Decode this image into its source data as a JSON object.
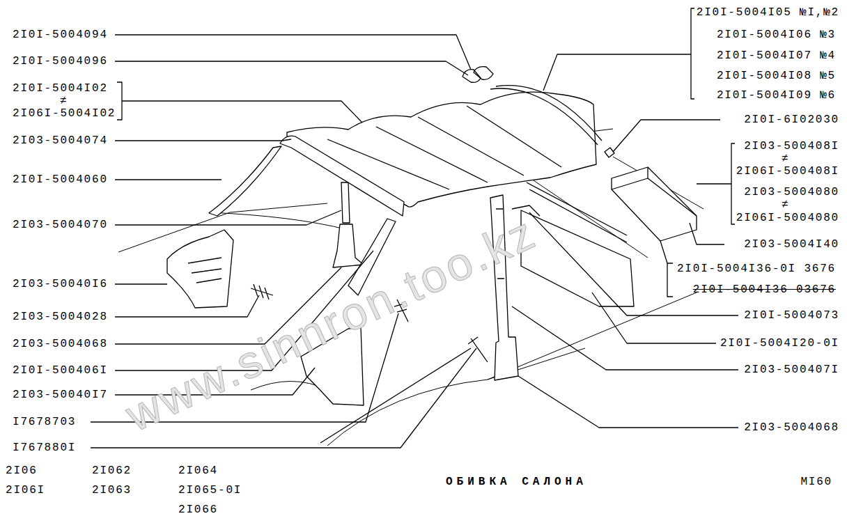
{
  "diagram": {
    "title": "ОБИВКА САЛОНА",
    "labels": [
      "2I0I-5004094",
      "2I0I-5004096",
      "2I0I-5004I02",
      "≠",
      "2I06I-5004I02",
      "2I03-5004074",
      "2I0I-5004060",
      "2I03-5004070",
      "2I03-50040I6",
      "2I03-5004028",
      "2I03-5004068",
      "2I0I-500406I",
      "2I03-50040I7",
      "I7678703",
      "I767880I",
      "2I0I-5004I05 №I,№2",
      "2I0I-5004I06 №3",
      "2I0I-5004I07 №4",
      "2I0I-5004I08 №5",
      "2I0I-5004I09 №6",
      "2I0I-6I02030",
      "2I03-500408I",
      "≠",
      "2I06I-500408I",
      "2I03-5004080",
      "≠",
      "2I06I-5004080",
      "2I03-5004I40",
      "2I0I-5004I36-0I 3676",
      "2I0I-5004I36 03676",
      "2I0I-5004073",
      "2I0I-5004I20-0I",
      "2I03-500407I",
      "2I03-5004068",
      "2I06",
      "2I06I",
      "2I062",
      "2I063",
      "2I064",
      "2I065-0I",
      "2I066",
      "MI60",
      "www.sinnron.too.kz"
    ]
  }
}
